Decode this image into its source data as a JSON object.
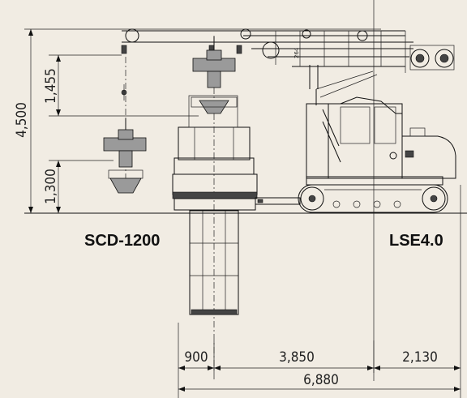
{
  "diagram": {
    "models": {
      "attachment": "SCD-1200",
      "base_machine": "LSE4.0"
    },
    "vertical_dimensions": {
      "overall_height": "4,500",
      "upper_stroke": "1,455",
      "lower_height": "1,300"
    },
    "horizontal_dimensions": {
      "front_offset": "900",
      "center_to_rear": "3,850",
      "rear_overhang": "2,130",
      "overall_length": "6,880"
    },
    "small_labels": {
      "boom_tag": "264"
    },
    "colors": {
      "background": "#f1ece3",
      "line": "#111111",
      "hatch": "#9a9a9a"
    }
  }
}
